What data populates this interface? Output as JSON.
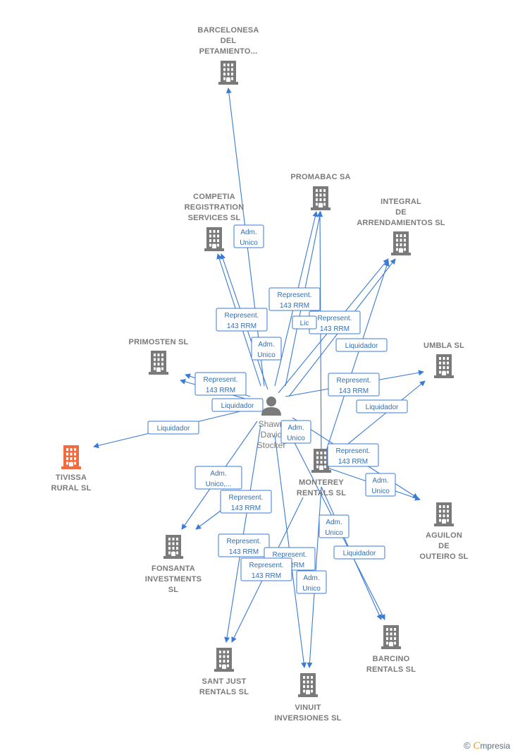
{
  "colors": {
    "edge": "#3a7bd5",
    "building": "#7a7a7a",
    "building_highlight": "#f26a3d",
    "person": "#7a7a7a",
    "label_border": "#3a7bd5"
  },
  "person": {
    "name_lines": [
      "Shawn",
      "David",
      "Stocker"
    ],
    "icon": "person-icon"
  },
  "companies": [
    {
      "id": "barcelonesa",
      "lines": [
        "BARCELONESA",
        "DEL",
        "PETAMIENTO..."
      ],
      "icon": "building-icon"
    },
    {
      "id": "promabac",
      "lines": [
        "PROMABAC SA"
      ],
      "icon": "building-icon"
    },
    {
      "id": "competia",
      "lines": [
        "COMPETIA",
        "REGISTRATION",
        "SERVICES SL"
      ],
      "icon": "building-icon"
    },
    {
      "id": "integral",
      "lines": [
        "INTEGRAL",
        "DE",
        "ARRENDAMIENTOS SL"
      ],
      "icon": "building-icon"
    },
    {
      "id": "primosten",
      "lines": [
        "PRIMOSTEN SL"
      ],
      "icon": "building-icon"
    },
    {
      "id": "umbla",
      "lines": [
        "UMBLA SL"
      ],
      "icon": "building-icon"
    },
    {
      "id": "tivissa",
      "lines": [
        "TIVISSA",
        "RURAL  SL"
      ],
      "icon": "building-icon",
      "highlight": true
    },
    {
      "id": "monterey",
      "lines": [
        "MONTEREY",
        "RENTALS SL"
      ],
      "icon": "building-icon"
    },
    {
      "id": "aguilon",
      "lines": [
        "AGUILON",
        "DE",
        "OUTEIRO  SL"
      ],
      "icon": "building-icon"
    },
    {
      "id": "fonsanta",
      "lines": [
        "FONSANTA",
        "INVESTMENTS",
        "SL"
      ],
      "icon": "building-icon"
    },
    {
      "id": "barcino",
      "lines": [
        "BARCINO",
        "RENTALS SL"
      ],
      "icon": "building-icon"
    },
    {
      "id": "santjust",
      "lines": [
        "SANT JUST",
        "RENTALS  SL"
      ],
      "icon": "building-icon"
    },
    {
      "id": "vinuit",
      "lines": [
        "VINUIT",
        "INVERSIONES SL"
      ],
      "icon": "building-icon"
    }
  ],
  "relation_labels": [
    {
      "lines": [
        "Adm.",
        "Unico"
      ]
    },
    {
      "lines": [
        "Represent.",
        "143 RRM"
      ]
    },
    {
      "lines": [
        "Represent.",
        "143 RRM"
      ]
    },
    {
      "lines": [
        "Liquidador"
      ]
    },
    {
      "lines": [
        "Represent.",
        "143 RRM"
      ]
    },
    {
      "lines": [
        "Adm.",
        "Unico"
      ]
    },
    {
      "lines": [
        "Liquidador"
      ]
    },
    {
      "lines": [
        "Represent.",
        "143 RRM"
      ]
    },
    {
      "lines": [
        "Liquidador"
      ]
    },
    {
      "lines": [
        "Represent.",
        "143 RRM"
      ]
    },
    {
      "lines": [
        "Liquidador"
      ]
    },
    {
      "lines": [
        "Adm.",
        "Unico"
      ]
    },
    {
      "lines": [
        "Adm.",
        "Unico"
      ]
    },
    {
      "lines": [
        "Represent.",
        "143 RRM"
      ]
    },
    {
      "lines": [
        "Adm.",
        "Unico,..."
      ]
    },
    {
      "lines": [
        "Represent.",
        "143 RRM"
      ]
    },
    {
      "lines": [
        "Adm.",
        "Unico"
      ]
    },
    {
      "lines": [
        "Represent.",
        "143 RRM"
      ]
    },
    {
      "lines": [
        "Liquidador"
      ]
    },
    {
      "lines": [
        "Represent.",
        "143 RRM"
      ]
    },
    {
      "lines": [
        "Adm.",
        "Unico"
      ]
    },
    {
      "lines": [
        "Adm.",
        "Unico"
      ]
    },
    {
      "lines": [
        "Represent.",
        "143 RRM"
      ]
    },
    {
      "lines": [
        "Lic"
      ]
    }
  ],
  "footer": {
    "copyright": "©",
    "brand_letter": "C",
    "brand_rest": "mpresia"
  }
}
